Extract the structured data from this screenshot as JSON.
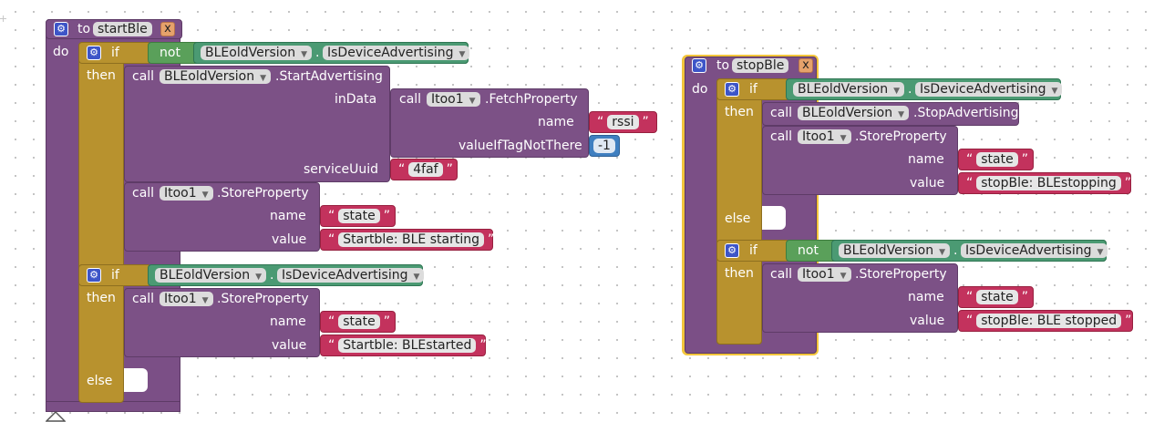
{
  "blocks": {
    "kw_to": "to",
    "kw_do": "do",
    "kw_if": "if",
    "kw_then": "then",
    "kw_else": "else",
    "kw_call": "call",
    "kw_not": "not",
    "dot": ".",
    "x_label": "x"
  },
  "start": {
    "proc_name": "startBle",
    "if1_component": "BLEoldVersion",
    "if1_property": "IsDeviceAdvertising",
    "call1_component": "BLEoldVersion",
    "call1_method": ".StartAdvertising",
    "indata_label": "inData",
    "fetch_component": "Itoo1",
    "fetch_method": ".FetchProperty",
    "name_label": "name",
    "name_value": "rssi",
    "valueiftag_label": "valueIfTagNotThere",
    "valueiftag_value": "-1",
    "serviceuuid_label": "serviceUuid",
    "serviceuuid_value": "4faf",
    "store1_component": "Itoo1",
    "store1_method": ".StoreProperty",
    "store1_name_label": "name",
    "store1_name_value": "state",
    "store1_value_label": "value",
    "store1_value_value": "Startble: BLE starting",
    "if2_component": "BLEoldVersion",
    "if2_property": "IsDeviceAdvertising",
    "store2_component": "Itoo1",
    "store2_method": ".StoreProperty",
    "store2_name_label": "name",
    "store2_name_value": "state",
    "store2_value_label": "value",
    "store2_value_value": "Startble: BLEstarted"
  },
  "stop": {
    "proc_name": "stopBle",
    "if1_component": "BLEoldVersion",
    "if1_property": "IsDeviceAdvertising",
    "call1_component": "BLEoldVersion",
    "call1_method": ".StopAdvertising",
    "store1_component": "Itoo1",
    "store1_method": ".StoreProperty",
    "store1_name_label": "name",
    "store1_name_value": "state",
    "store1_value_label": "value",
    "store1_value_value": "stopBle: BLEstopping",
    "if2_component": "BLEoldVersion",
    "if2_property": "IsDeviceAdvertising",
    "store2_component": "Itoo1",
    "store2_method": ".StoreProperty",
    "store2_name_label": "name",
    "store2_name_value": "state",
    "store2_value_label": "value",
    "store2_value_value": "stopBle: BLE stopped"
  },
  "colors": {
    "procedure": "#7b4f86",
    "control": "#b8922e",
    "component_call": "#7c5186",
    "logic": "#5aa05a",
    "text": "#c3325d",
    "math": "#3f7fc0",
    "selection": "#f3c53b"
  }
}
